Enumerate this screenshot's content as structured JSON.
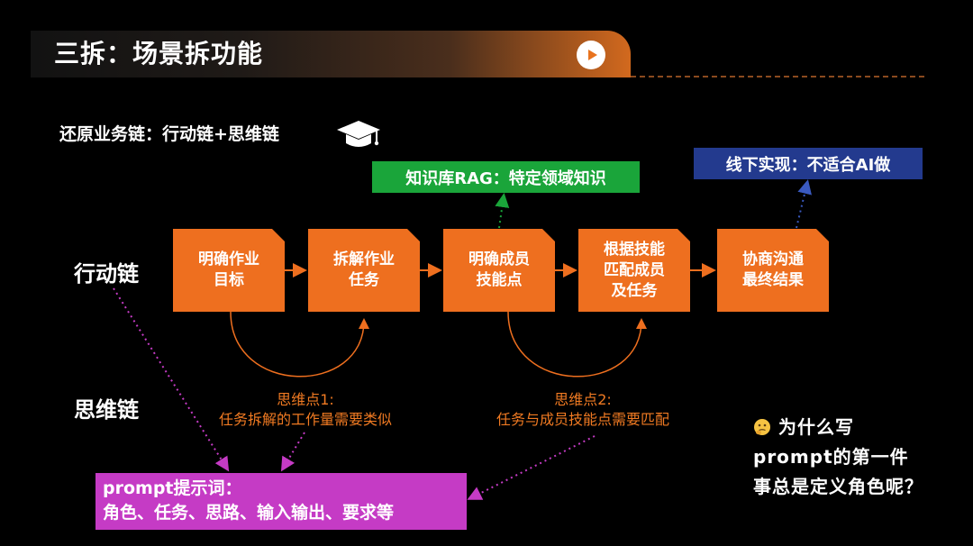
{
  "slide": {
    "title": "三拆：场景拆功能",
    "subtitle": "还原业务链：行动链+思维链"
  },
  "rows": {
    "action_label": "行动链",
    "thought_label": "思维链"
  },
  "action_chain": [
    {
      "label": "明确作业\n目标"
    },
    {
      "label": "拆解作业\n任务"
    },
    {
      "label": "明确成员\n技能点"
    },
    {
      "label": "根据技能\n匹配成员\n及任务"
    },
    {
      "label": "协商沟通\n最终结果"
    }
  ],
  "callouts": {
    "rag": "知识库RAG：特定领域知识",
    "offline": "线下实现：不适合AI做"
  },
  "thought_points": [
    {
      "text": "思维点1:\n任务拆解的工作量需要类似"
    },
    {
      "text": "思维点2:\n任务与成员技能点需要匹配"
    }
  ],
  "prompt": {
    "heading": "prompt提示词：",
    "body": "角色、任务、思路、输入输出、要求等"
  },
  "question": {
    "line1": "为什么写",
    "line2": "prompt的第一件",
    "line3": "事总是定义角色呢？"
  },
  "colors": {
    "orange": "#ee6f1f",
    "green": "#1aa53a",
    "navy": "#233a8e",
    "magenta": "#c53bc5",
    "background": "#000000"
  },
  "icons": [
    "play-icon",
    "graduation-cap-icon",
    "thinking-face-icon"
  ]
}
